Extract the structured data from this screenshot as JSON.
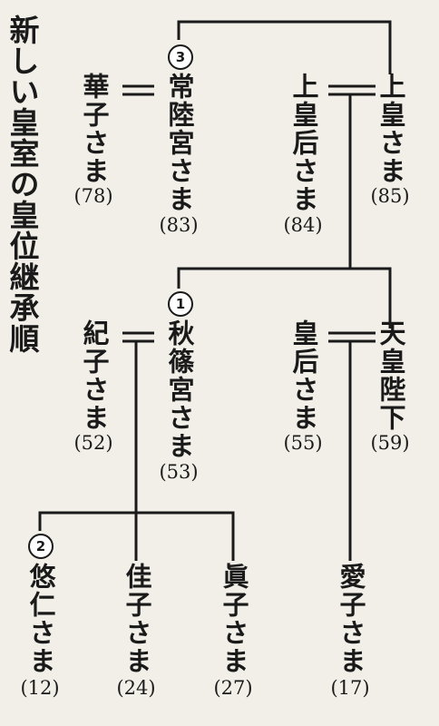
{
  "title": "新しい皇室の皇位継承順",
  "people": {
    "joko": {
      "name": "上皇さま",
      "age": "(85)"
    },
    "jokogo": {
      "name": "上皇后さま",
      "age": "(84)"
    },
    "hitachi": {
      "name": "常陸宮さま",
      "age": "(83)",
      "order": "3"
    },
    "hanako": {
      "name": "華子さま",
      "age": "(78)"
    },
    "tenno": {
      "name": "天皇陛下",
      "age": "(59)"
    },
    "kogo": {
      "name": "皇后さま",
      "age": "(55)"
    },
    "akishino": {
      "name": "秋篠宮さま",
      "age": "(53)",
      "order": "1"
    },
    "kiko": {
      "name": "紀子さま",
      "age": "(52)"
    },
    "aiko": {
      "name": "愛子さま",
      "age": "(17)"
    },
    "hisahito": {
      "name": "悠仁さま",
      "age": "(12)",
      "order": "2"
    },
    "kako": {
      "name": "佳子さま",
      "age": "(24)"
    },
    "mako": {
      "name": "眞子さま",
      "age": "(27)"
    }
  }
}
